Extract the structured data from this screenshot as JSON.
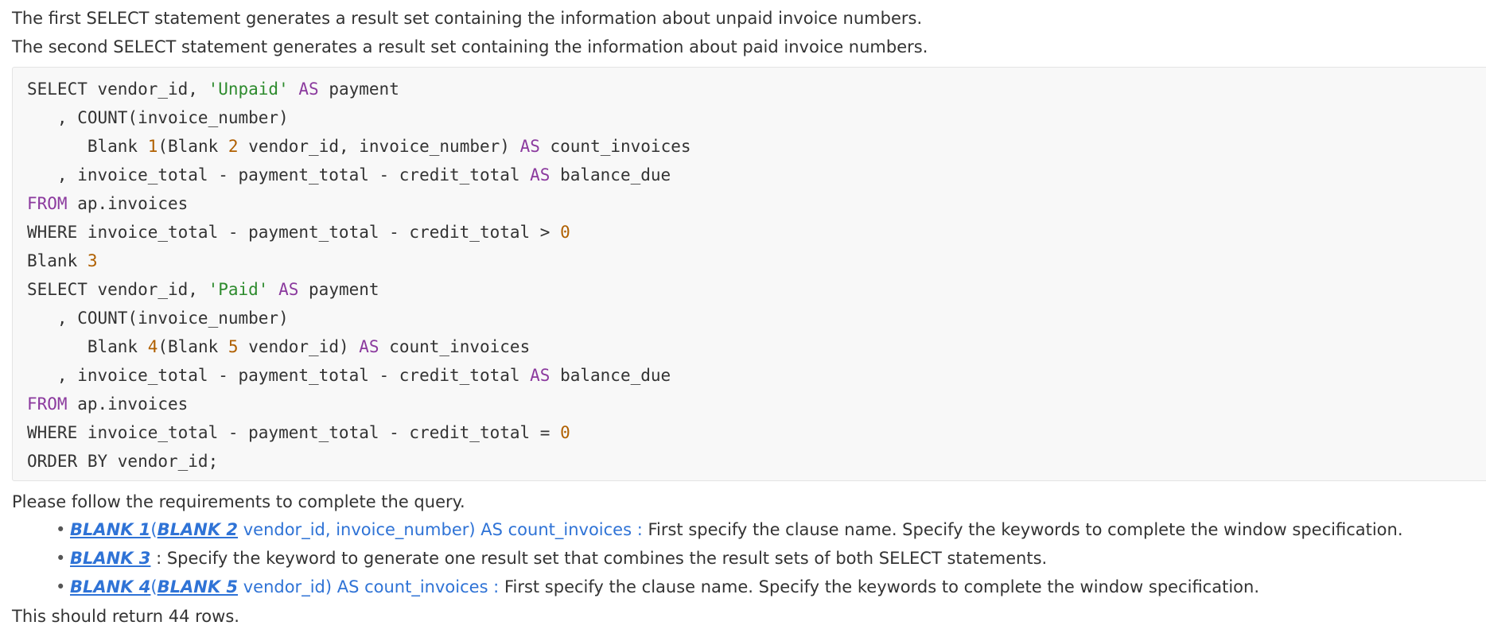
{
  "intro": {
    "line1": "The first SELECT statement generates a result set containing the information about unpaid invoice numbers.",
    "line2": "The second SELECT statement generates a result set containing the information about paid invoice numbers."
  },
  "code": {
    "l1": {
      "a": "SELECT vendor_id, ",
      "b": "'Unpaid'",
      "c": " ",
      "d": "AS",
      "e": " payment"
    },
    "l2": {
      "a": "   , COUNT(invoice_number)"
    },
    "l3": {
      "a": "      Blank ",
      "b": "1",
      "c": "(Blank ",
      "d": "2",
      "e": " vendor_id, invoice_number) ",
      "f": "AS",
      "g": " count_invoices"
    },
    "l4": {
      "a": "   , invoice_total - payment_total - credit_total ",
      "b": "AS",
      "c": " balance_due"
    },
    "l5": {
      "a": "FROM",
      "b": " ap.invoices"
    },
    "l6": {
      "a": "WHERE invoice_total - payment_total - credit_total > ",
      "b": "0"
    },
    "l7": {
      "a": "Blank ",
      "b": "3"
    },
    "l8": {
      "a": "SELECT vendor_id, ",
      "b": "'Paid'",
      "c": " ",
      "d": "AS",
      "e": " payment"
    },
    "l9": {
      "a": "   , COUNT(invoice_number)"
    },
    "l10": {
      "a": "      Blank ",
      "b": "4",
      "c": "(Blank ",
      "d": "5",
      "e": " vendor_id) ",
      "f": "AS",
      "g": " count_invoices"
    },
    "l11": {
      "a": "   , invoice_total - payment_total - credit_total ",
      "b": "AS",
      "c": " balance_due"
    },
    "l12": {
      "a": "FROM",
      "b": " ap.invoices"
    },
    "l13": {
      "a": "WHERE invoice_total - payment_total - credit_total = ",
      "b": "0"
    },
    "l14": {
      "a": "ORDER BY vendor_id;"
    }
  },
  "requirements": {
    "intro": "Please follow the requirements to complete the query.",
    "bullet_char": "•",
    "items": [
      {
        "blank_a": "BLANK 1",
        "paren": "(",
        "blank_b": "BLANK 2",
        "code": " vendor_id, invoice_number) AS count_invoices : ",
        "text": "First specify the clause name. Specify the keywords to complete the window specification."
      },
      {
        "blank_a": "BLANK 3",
        "text": " : Specify the keyword to generate one result set that combines the result sets of both SELECT statements."
      },
      {
        "blank_a": "BLANK 4",
        "paren": "(",
        "blank_b": "BLANK 5",
        "code": " vendor_id) AS count_invoices : ",
        "text": "First specify the clause name. Specify the keywords to complete the window specification."
      }
    ],
    "footer": "This should return 44 rows."
  }
}
